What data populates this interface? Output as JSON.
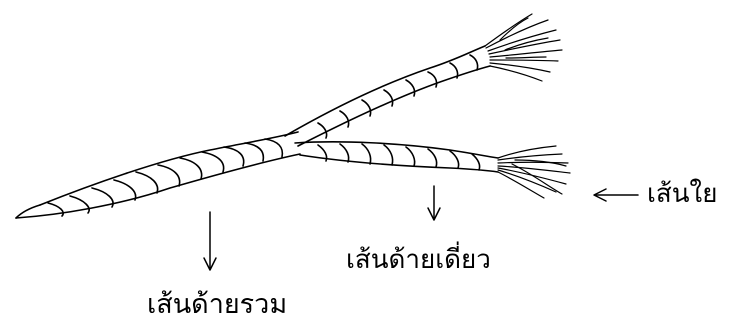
{
  "labels": {
    "fiber": "เส้นใย",
    "single_yarn": "เส้นด้ายเดี่ยว",
    "plied_yarn": "เส้นด้ายรวม"
  },
  "colors": {
    "ink": "#000000",
    "background": "#ffffff"
  }
}
